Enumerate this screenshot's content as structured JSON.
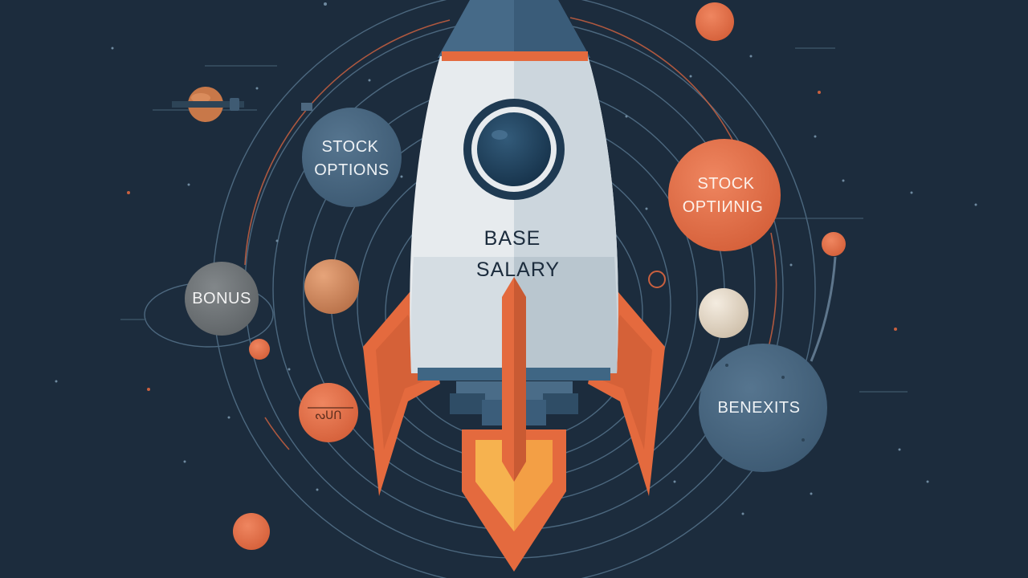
{
  "labels": {
    "stock_options_left": [
      "STOCK",
      "OPTIONS"
    ],
    "stock_options_right": [
      "STOCK",
      "OPTIИNIG"
    ],
    "bonus": "BONUS",
    "benefits": "BENEXITS",
    "base_salary": [
      "BASE",
      "SALARY"
    ],
    "small_planet_text": "ᔓᑌᑎ"
  },
  "colors": {
    "background": "#1c2c3d",
    "orbit_line": "#5d7c95",
    "orbit_accent": "#c9603f",
    "rocket_body": "#e7ebee",
    "rocket_shadow": "#c9d3da",
    "rocket_dark": "#3f6684",
    "fin_orange": "#e46a3e",
    "flame_yellow": "#f6b24f",
    "planet_slate": "#466580",
    "planet_orange": "#e3734c",
    "planet_grey": "#6f7477",
    "planet_tan": "#d08a5a",
    "planet_cream": "#e8dccb"
  },
  "icons": [
    "rocket-icon",
    "porthole-icon",
    "flame-icon",
    "satellite-icon"
  ]
}
